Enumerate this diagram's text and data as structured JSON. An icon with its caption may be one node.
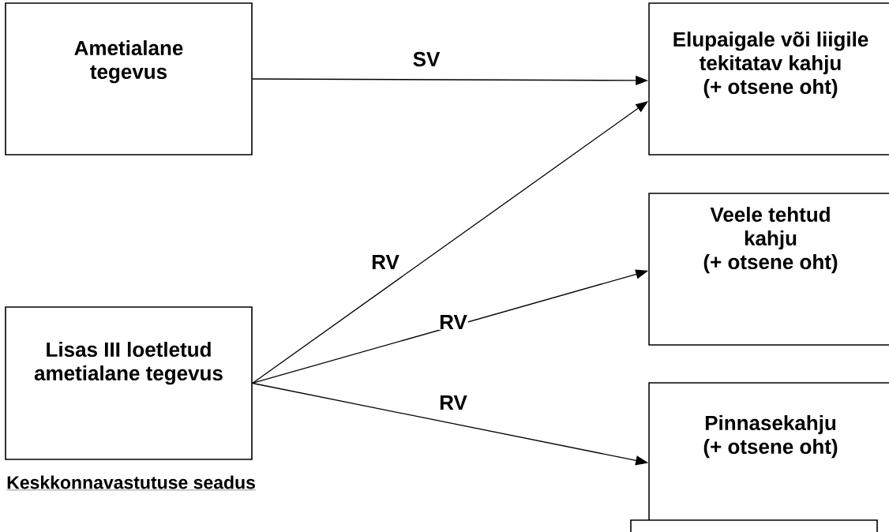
{
  "diagram": {
    "nodes": [
      {
        "text": [
          "Ametialane tegevus"
        ]
      },
      {
        "text": [
          "Elupaigale või liigile tekitatav kahju",
          "(+ otsene oht)"
        ]
      },
      {
        "text": [
          "Veele tehtud kahju",
          "(+ otsene oht)"
        ]
      },
      {
        "text": [
          "Lisas III loetletud ametialane tegevus"
        ]
      },
      {
        "text": [
          "Pinnasekahju",
          "(+ otsene oht)"
        ]
      },
      {
        "text": [],
        "shape": "box"
      }
    ],
    "edges": [
      {
        "from": 0,
        "to": 1,
        "arrow": "to",
        "label": "SV"
      },
      {
        "from": 3,
        "to": 1,
        "arrow": "to",
        "label": "RV"
      },
      {
        "from": 3,
        "to": 2,
        "arrow": "to",
        "label": "RV"
      },
      {
        "from": 3,
        "to": 4,
        "arrow": "to",
        "label": "RV"
      }
    ],
    "labels": [
      "Keskkonnavastutuse seadus"
    ]
  }
}
